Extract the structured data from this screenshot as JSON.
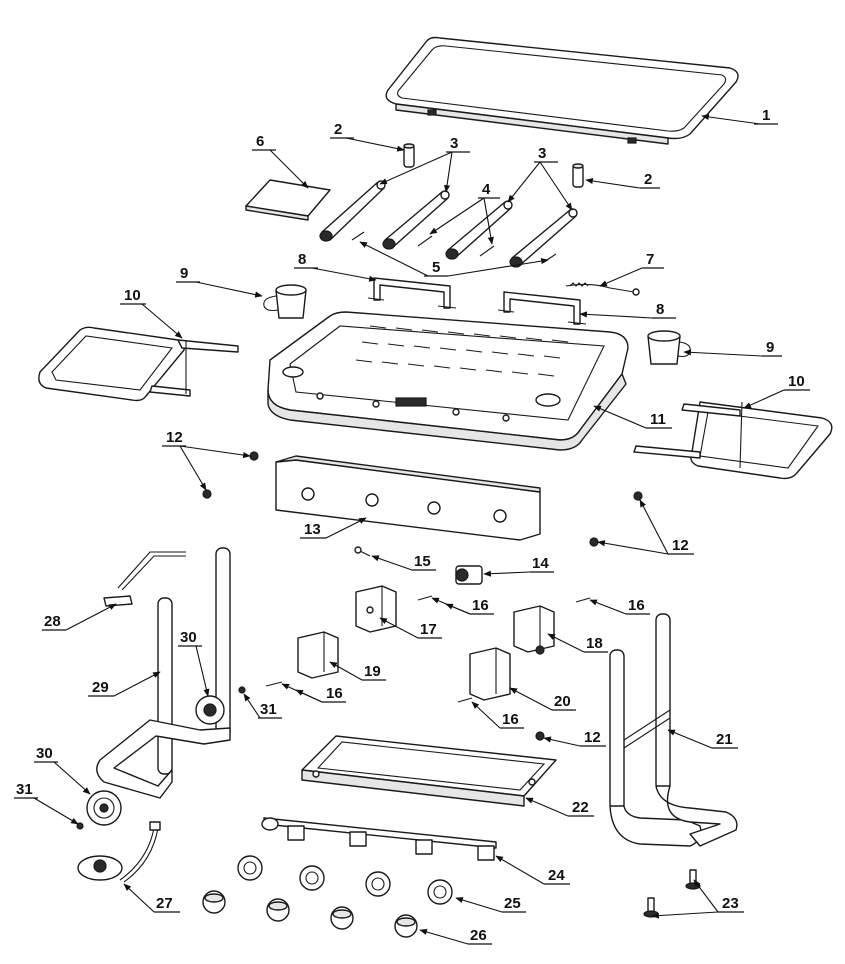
{
  "callouts": {
    "c1": "1",
    "c2a": "2",
    "c2b": "2",
    "c3a": "3",
    "c3b": "3",
    "c4": "4",
    "c5": "5",
    "c6": "6",
    "c7": "7",
    "c8a": "8",
    "c8b": "8",
    "c9a": "9",
    "c9b": "9",
    "c10a": "10",
    "c10b": "10",
    "c11": "11",
    "c12a": "12",
    "c12b": "12",
    "c12c": "12",
    "c13": "13",
    "c14": "14",
    "c15": "15",
    "c16a": "16",
    "c16b": "16",
    "c16c": "16",
    "c16d": "16",
    "c17": "17",
    "c18": "18",
    "c19": "19",
    "c20": "20",
    "c21": "21",
    "c22": "22",
    "c23": "23",
    "c24": "24",
    "c25": "25",
    "c26": "26",
    "c27": "27",
    "c28": "28",
    "c29": "29",
    "c30a": "30",
    "c30b": "30",
    "c31a": "31",
    "c31b": "31"
  },
  "colors": {
    "line": "#1a1a1a",
    "fill": "#ffffff",
    "shade": "#e6e6e6"
  }
}
